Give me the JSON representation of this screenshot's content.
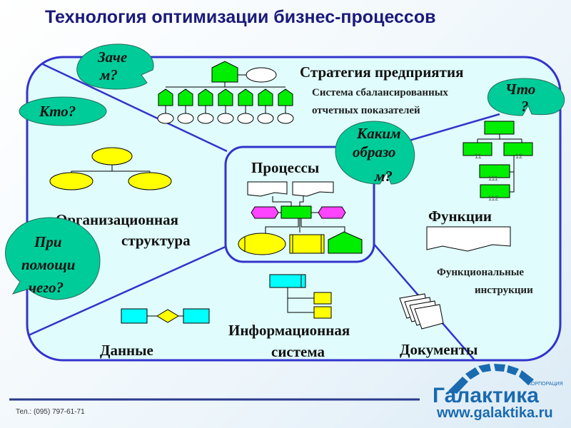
{
  "title": "Технология оптимизации бизнес-процессов",
  "sections": {
    "strategy": {
      "title": "Стратегия предприятия",
      "line1": "Система сбалансированных",
      "line2": "отчетных показателей"
    },
    "org": {
      "line1": "Организационная",
      "line2": "структура"
    },
    "processes": {
      "title": "Процессы"
    },
    "functions": {
      "title": "Функции",
      "line1": "Функциональные",
      "line2": "инструкции",
      "node_labels": [
        "11",
        "12",
        "111",
        "112"
      ]
    },
    "data": {
      "title": "Данные"
    },
    "infosys": {
      "line1": "Информационная",
      "line2": "система"
    },
    "documents": {
      "title": "Документы"
    }
  },
  "callouts": {
    "why": [
      "Заче",
      "м?"
    ],
    "who": [
      "Кто?"
    ],
    "what": [
      "Что",
      "?"
    ],
    "how": [
      "Каким",
      "образо",
      "м?"
    ],
    "with": [
      "При",
      "помощи",
      "чего?"
    ]
  },
  "footer": {
    "phone": "Тел.: (095) 797-61-71",
    "brand": "Галактика",
    "corp": "КОРПОРАЦИЯ",
    "url": "www.galaktika.ru"
  },
  "colors": {
    "frame": "#3333cc",
    "callout": "#00cc99",
    "panel": "#e0fcfc",
    "green": "#00ee00",
    "yellow": "#ffff00",
    "magenta": "#ff44ff",
    "cyan": "#00ffff"
  }
}
